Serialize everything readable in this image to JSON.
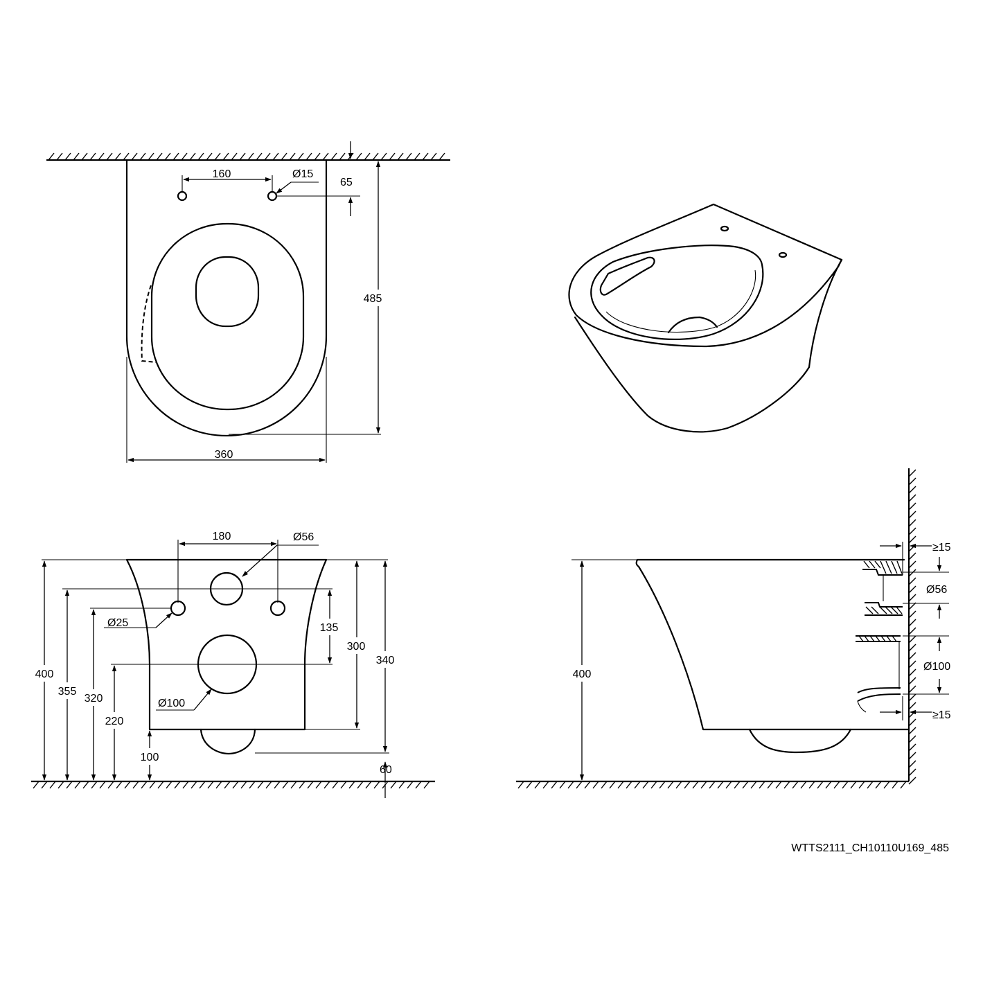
{
  "top_view": {
    "hole_spacing": "160",
    "hole_dia": "Ø15",
    "hole_offset": "65",
    "depth": "485",
    "width": "360"
  },
  "front_view": {
    "bolt_spacing": "180",
    "inlet_dia": "Ø56",
    "bolt_dia": "Ø25",
    "outlet_dia": "Ø100",
    "d135": "135",
    "d300": "300",
    "d340": "340",
    "h400": "400",
    "h355": "355",
    "h320": "320",
    "h220": "220",
    "h100": "100",
    "d60": "60"
  },
  "side_view": {
    "height": "400",
    "gap_top": "≥15",
    "inlet_dia": "Ø56",
    "outlet_dia": "Ø100",
    "gap_bottom": "≥15"
  },
  "model_code": "WTTS2111_CH10110U169_485"
}
